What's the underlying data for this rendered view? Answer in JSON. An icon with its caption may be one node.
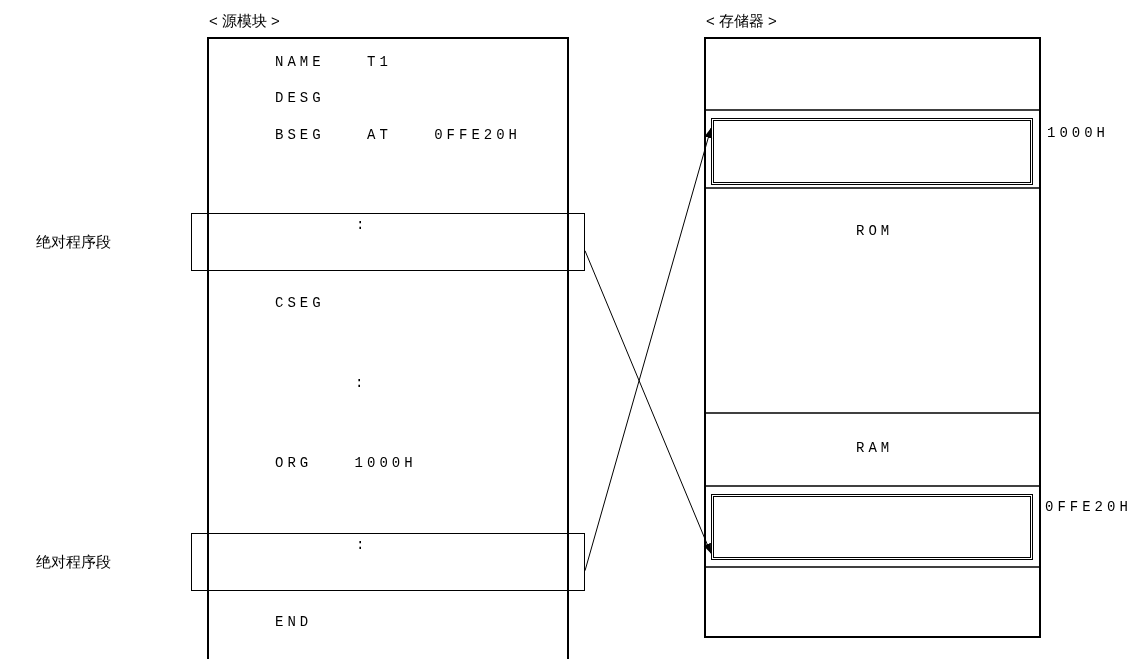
{
  "diagram": {
    "nodes": [
      {
        "text": [
          "< 源模块 >",
          "NAME T1",
          "DESG",
          "BSEG AT 0FFE20H",
          "CSEG",
          ":",
          "ORG 1000H",
          "END"
        ]
      },
      {
        "text": [
          ":"
        ]
      },
      {
        "text": [
          ":"
        ]
      },
      {
        "text": [
          "< 存储器 >"
        ]
      },
      {
        "text": [],
        "shape": "box",
        "in": 3,
        "beside": [
          "1000H"
        ]
      },
      {
        "text": [
          "ROM"
        ],
        "in": 3
      },
      {
        "text": [
          "RAM"
        ],
        "in": 3
      },
      {
        "text": [],
        "shape": "box",
        "in": 3,
        "beside": [
          "0FFE20H"
        ]
      }
    ],
    "edges": [
      {
        "from": 1,
        "to": 7,
        "arrow": "to"
      },
      {
        "from": 2,
        "to": 4,
        "arrow": "to"
      }
    ],
    "labels": [
      "绝对程序段",
      "绝对程序段"
    ]
  }
}
